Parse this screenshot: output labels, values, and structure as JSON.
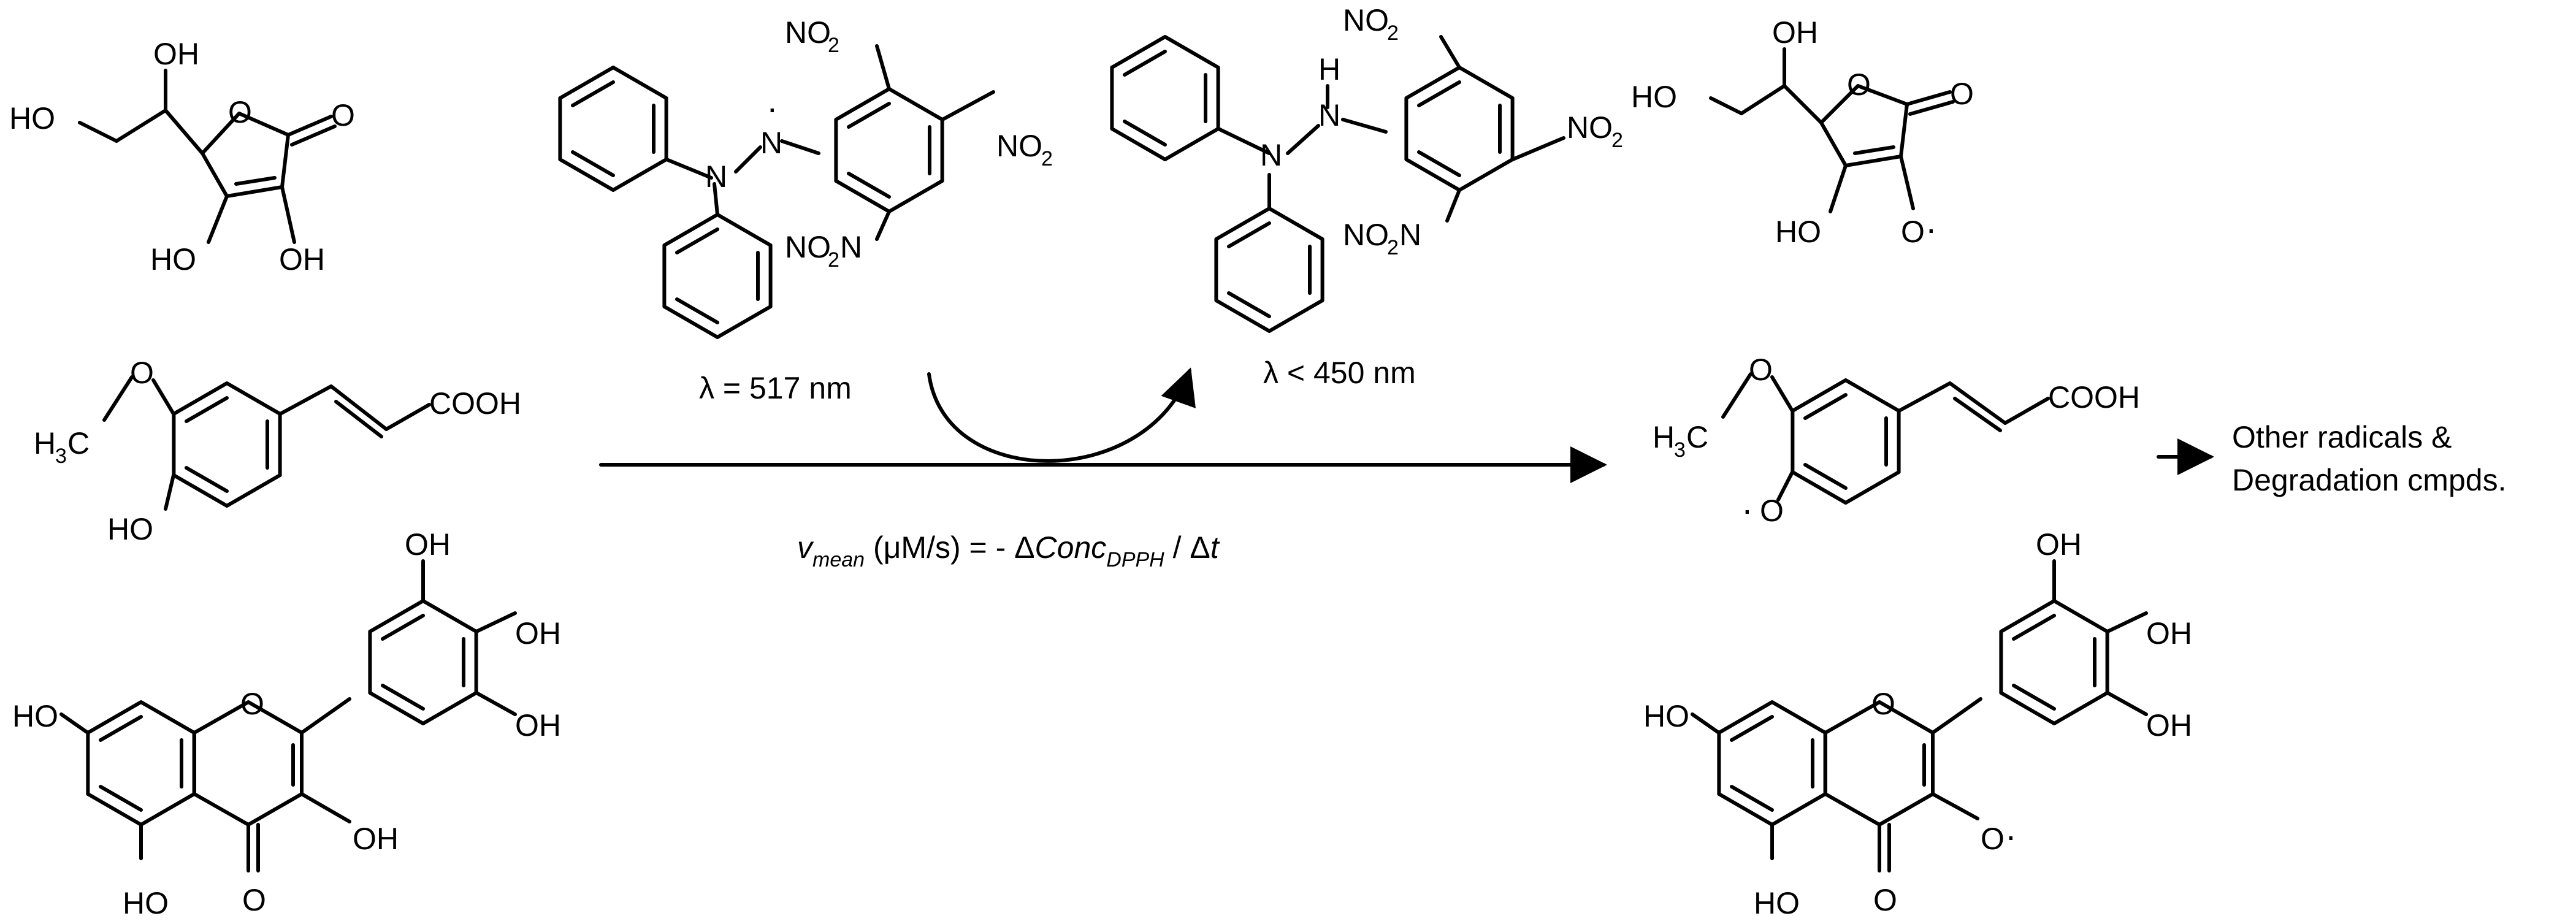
{
  "reaction": {
    "dpph_radical_wavelength": "λ = 517 nm",
    "dpph_h_wavelength": "λ < 450 nm",
    "rate": {
      "v": "v",
      "v_sub": "mean",
      "units": " (μM/s) = - Δ",
      "conc": "Conc",
      "conc_sub": "DPPH",
      "tail": " / Δ",
      "t": "t"
    },
    "products_line1": "Other radicals &",
    "products_line2": "Degradation cmpds."
  },
  "atoms": {
    "OH": "OH",
    "HO": "HO",
    "O": "O",
    "N": "N",
    "H": "H",
    "NO": "NO",
    "two": "2",
    "three": "3",
    "COOH": "COOH",
    "H3C_H": "H",
    "H3C_C": "C",
    "dot": "·"
  }
}
